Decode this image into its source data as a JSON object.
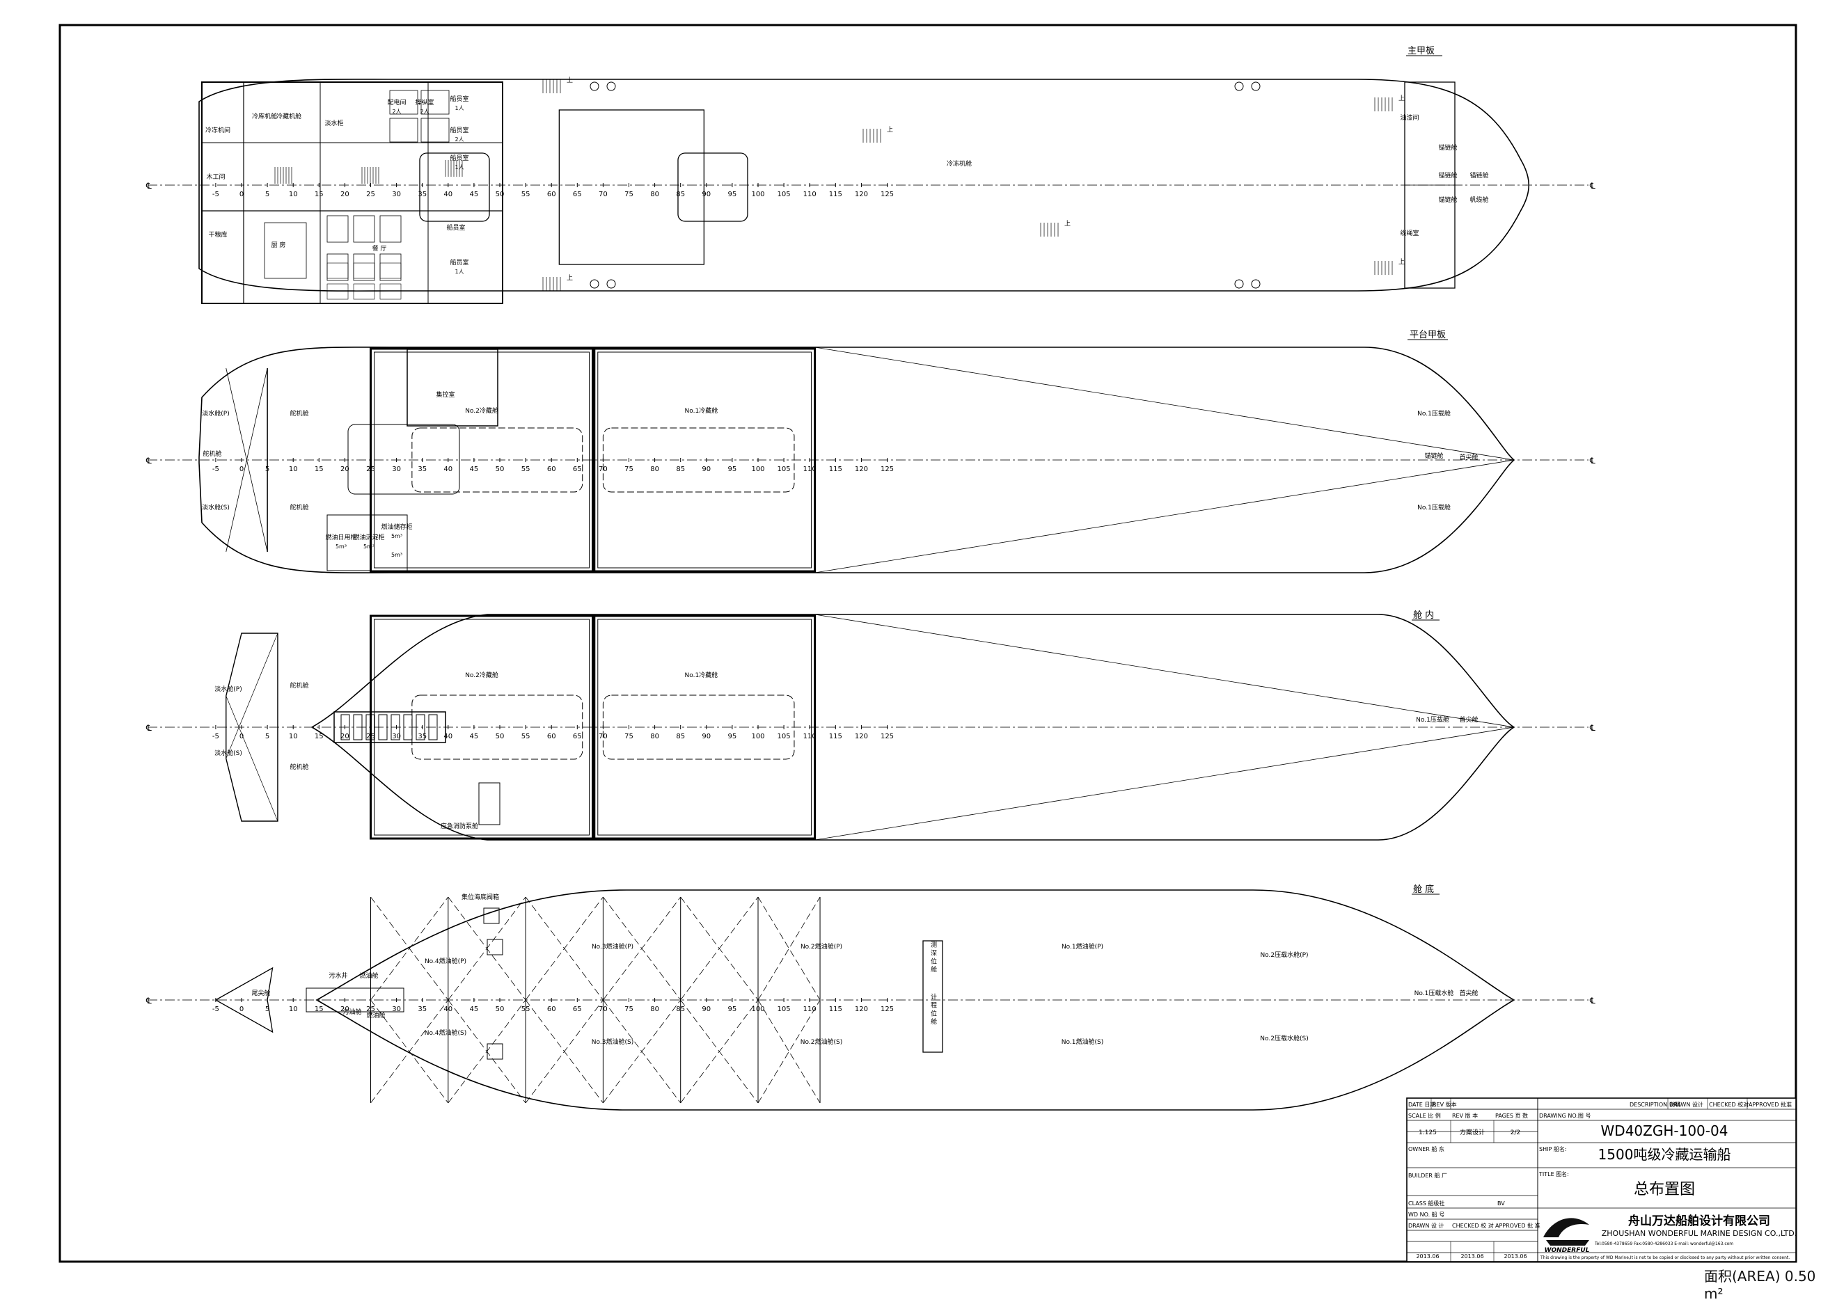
{
  "deck_titles": [
    "主甲板",
    "平台甲板",
    "舱 内",
    "舱 底"
  ],
  "frame_axis": {
    "labels": [
      "-5",
      "0",
      "5",
      "10",
      "15",
      "20",
      "25",
      "30",
      "35",
      "40",
      "45",
      "50",
      "55",
      "60",
      "65",
      "70",
      "75",
      "80",
      "85",
      "90",
      "95",
      "100",
      "105",
      "110",
      "115",
      "120",
      "125"
    ],
    "centerline_mark": "℄"
  },
  "main_deck": {
    "rooms": [
      "冷冻机间",
      "冷库机舱",
      "冷藏机舱",
      "淡水柜",
      "配电间",
      "操纵室",
      "船员室",
      "船员室",
      "船员室",
      "船员室",
      "船员室",
      "餐 厅",
      "厨 房",
      "干粮库",
      "木工间",
      "冷冻机舱",
      "油漆间",
      "锚链舱",
      "锚链舱",
      "锚链舱",
      "锚链舱",
      "帆缆舱",
      "缆绳室"
    ],
    "room_detail": [
      "2人",
      "2人",
      "1人",
      "2人",
      "1人",
      "1人"
    ],
    "marks": [
      "上"
    ]
  },
  "platform_deck": {
    "rooms": [
      "淡水舱(P)",
      "淡水舱(S)",
      "舵机舱",
      "舵机舱",
      "舵机舱",
      "集控室",
      "燃油日用柜",
      "燃油沉淀柜",
      "燃油储存柜",
      "No.2冷藏舱",
      "No.1冷藏舱",
      "No.1压载舱",
      "锚链舱",
      "No.1压载舱",
      "首尖舱"
    ],
    "room_detail": [
      "5m³",
      "5m³",
      "5m³",
      "5m³"
    ]
  },
  "hold_deck": {
    "rooms": [
      "淡水舱(P)",
      "淡水舱(S)",
      "舵机舱",
      "舵机舱",
      "No.2冷藏舱",
      "No.1冷藏舱",
      "No.1压载舱",
      "首尖舱",
      "应急消防泵舱"
    ]
  },
  "bottom_deck": {
    "rooms": [
      "尾尖舱",
      "污水井",
      "污油舱",
      "燃油舱",
      "燃油舱",
      "No.4燃油舱(P)",
      "No.4燃油舱(S)",
      "No.3燃油舱(P)",
      "No.3燃油舱(S)",
      "No.2燃油舱(P)",
      "No.2燃油舱(S)",
      "No.1燃油舱(P)",
      "No.1燃油舱(S)",
      "No.2压载水舱(P)",
      "No.2压载水舱(S)",
      "No.1压载水舱",
      "首尖舱"
    ],
    "tank_vertical": [
      "测 深 位 舱",
      "计 程 位 舱"
    ],
    "aft_label": "集位海底阀箱"
  },
  "title_block": {
    "rev_header": [
      "DATE 日期",
      "REV 版本",
      "DESCRIPTION 说明",
      "DRAWN 设计",
      "CHECKED 校对",
      "APPROVED 批准"
    ],
    "scale_label": "SCALE 比 例",
    "rev_label": "REV 版 本",
    "pages_label": "PAGES 页 数",
    "scale_value": "1:125",
    "rev_value": "方案设计",
    "pages_value": "2/2",
    "drawing_no_label": "DRAWING NO.图 号",
    "drawing_no": "WD40ZGH-100-04",
    "owner_label": "OWNER 船 东",
    "ship_label": "SHIP 船名:",
    "ship_name": "1500吨级冷藏运输船",
    "builder_label": "BUILDER 船 厂",
    "title_label": "TITLE 图名:",
    "drawing_title": "总布置图",
    "class_label": "CLASS 船级社",
    "class_value": "BV",
    "wd_label": "WD NO. 船 号",
    "drawn_label": "DRAWN 设 计",
    "checked_label": "CHECKED 校 对",
    "approved_label": "APPROVED 批 准",
    "dates": [
      "2013.06",
      "2013.06",
      "2013.06"
    ],
    "company_cn": "舟山万达船舶设计有限公司",
    "company_en": "ZHOUSHAN WONDERFUL MARINE DESIGN CO.,LTD.",
    "contact": "Tel:0580-4378659    Fax:0580-4286033    E-mail: wonderful@163.com",
    "disclaimer": "This drawing is the property of WD Marine,It is not to be copied or disclosed to any party without prior written consent.",
    "logo_text": "WONDERFUL"
  },
  "area_note": "面积(AREA) 0.50 m²"
}
